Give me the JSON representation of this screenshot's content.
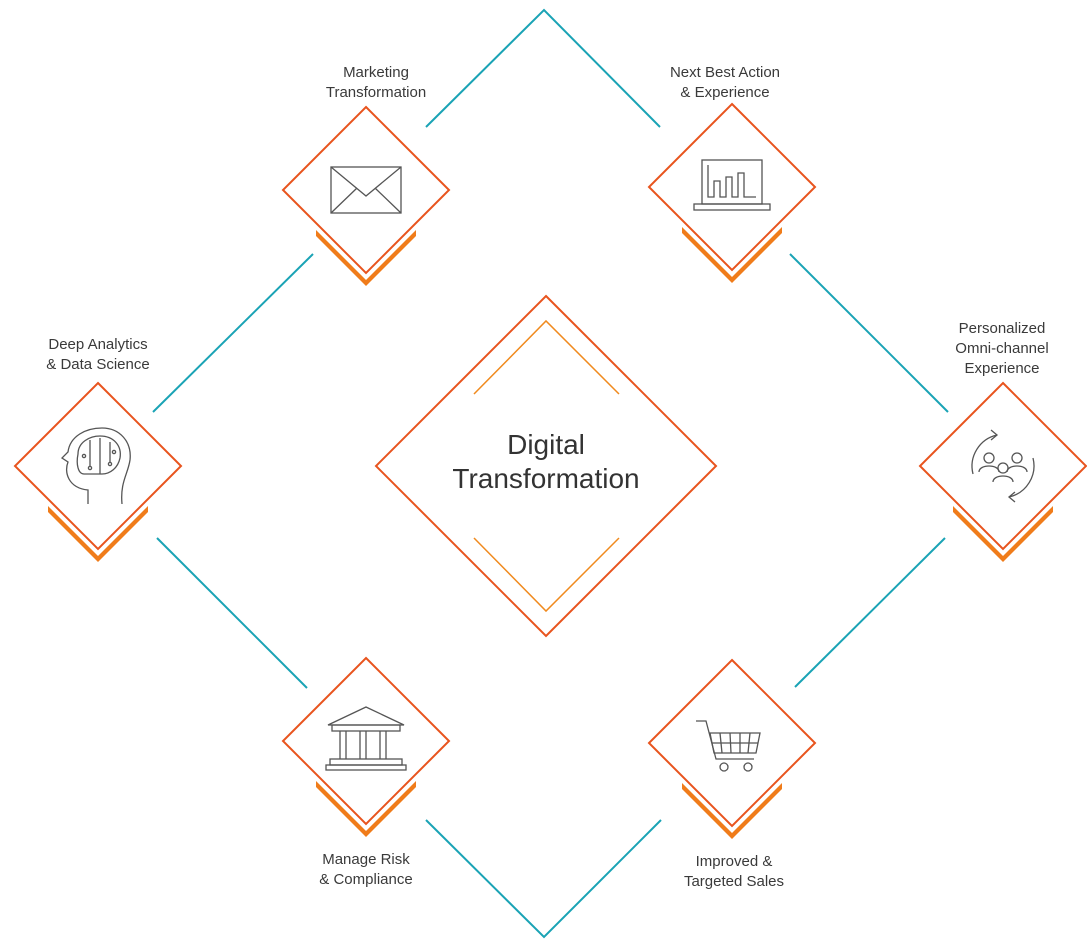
{
  "center": {
    "line1": "Digital",
    "line2": "Transformation"
  },
  "nodes": [
    {
      "id": "marketing",
      "line1": "Marketing",
      "line2": "Transformation",
      "line3": "",
      "icon": "envelope-icon"
    },
    {
      "id": "next-best-action",
      "line1": "Next Best Action",
      "line2": "& Experience",
      "line3": "",
      "icon": "bar-chart-icon"
    },
    {
      "id": "deep-analytics",
      "line1": "Deep Analytics",
      "line2": "& Data Science",
      "line3": "",
      "icon": "brain-head-icon"
    },
    {
      "id": "personalized",
      "line1": "Personalized",
      "line2": "Omni-channel",
      "line3": "Experience",
      "icon": "people-cycle-icon"
    },
    {
      "id": "manage-risk",
      "line1": "Manage Risk",
      "line2": "& Compliance",
      "line3": "",
      "icon": "bank-building-icon"
    },
    {
      "id": "improved-sales",
      "line1": "Improved &",
      "line2": "Targeted Sales",
      "line3": "",
      "icon": "shopping-cart-icon"
    }
  ],
  "colors": {
    "orange_outline": "#e8541e",
    "orange_shadow": "#f07c1a",
    "teal_line": "#1aa3b5",
    "icon_stroke": "#555555",
    "text": "#3a3a3a"
  }
}
